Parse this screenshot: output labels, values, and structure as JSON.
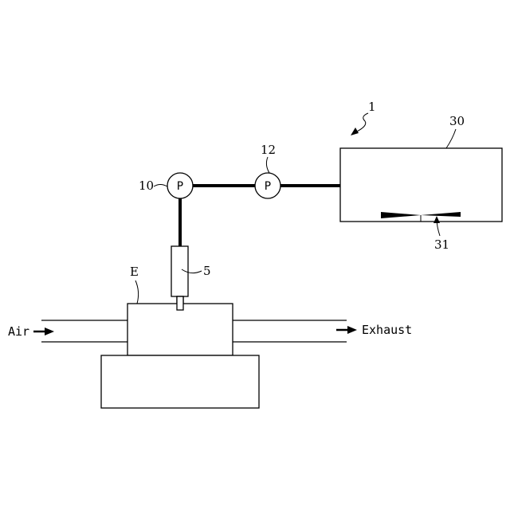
{
  "labels": {
    "system_ref": "1",
    "tank_ref": "30",
    "nozzle_ref": "31",
    "pump_main_ref": "10",
    "pump_secondary_ref": "12",
    "pump_main_symbol": "P",
    "pump_secondary_symbol": "P",
    "injector_ref": "5",
    "engine_ref": "E",
    "air_label": "Air",
    "exhaust_label": "Exhaust"
  },
  "colors": {
    "line": "#000000",
    "background": "#ffffff"
  }
}
